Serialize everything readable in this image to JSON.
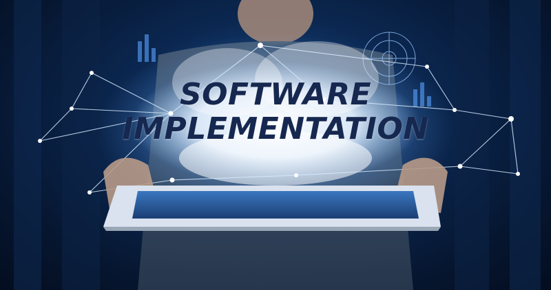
{
  "headline": {
    "line1": "SOFTWARE",
    "line2": "IMPLEMENTATION"
  },
  "colors": {
    "headline": "#16284f",
    "cloud": "#ffffff",
    "network": "#cfe6ff",
    "background": "#0b2750",
    "tablet_frame": "#d9e2ee",
    "tablet_screen": "#2b5fa3"
  },
  "icons": [
    "cloud-icon",
    "network-graph",
    "tablet-device",
    "hud-gauge-icon",
    "person-silhouette"
  ]
}
